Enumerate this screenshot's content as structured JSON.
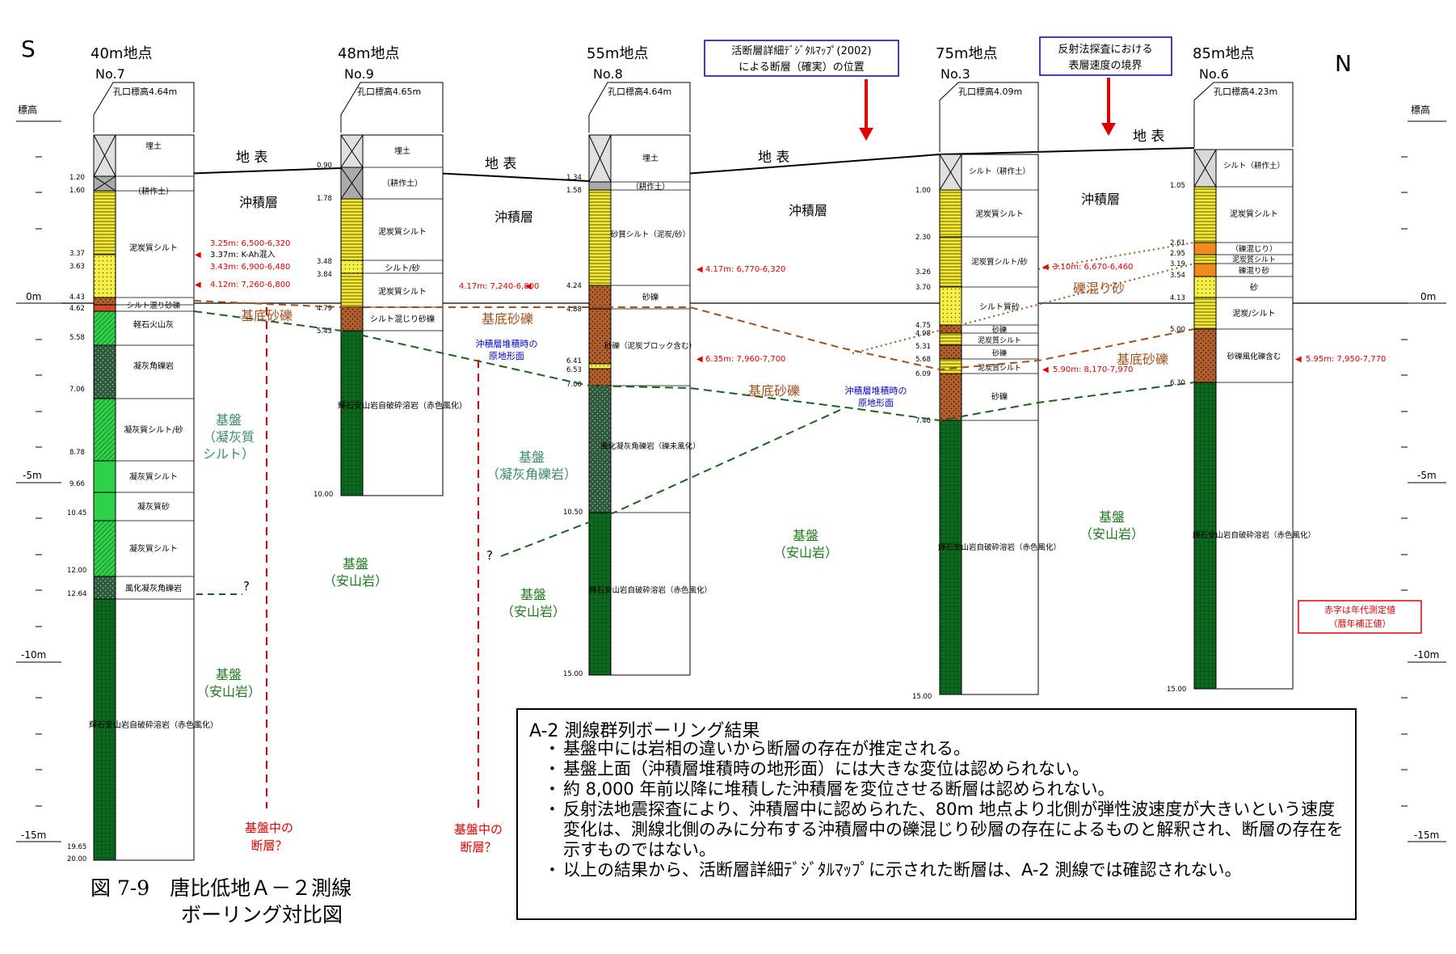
{
  "directions": {
    "south": "S",
    "north": "N"
  },
  "elevation_axis": {
    "label": "標高",
    "ticks": [
      "0m",
      "-5m",
      "-10m",
      "-15m"
    ]
  },
  "boreholes": [
    {
      "id": "no7",
      "point": "40m地点",
      "number": "No.7",
      "collar": "孔口標高4.64m",
      "depths": [
        "1.20",
        "1.60",
        "3.37",
        "3.63",
        "4.43",
        "4.62",
        "5.58",
        "7.06",
        "8.78",
        "9.66",
        "10.45",
        "12.00",
        "12.64",
        "19.65",
        "20.00"
      ],
      "layers": [
        "埋土",
        "（耕作土）",
        "泥炭質シルト",
        "シルト混り砂礫",
        "軽石火山灰",
        "凝灰角礫岩",
        "凝灰質シルト/砂",
        "凝灰質シルト",
        "凝灰質砂",
        "凝灰質シルト",
        "風化凝灰角礫岩",
        "輝石安山岩自破砕溶岩（赤色風化）"
      ],
      "dates": [
        "3.25m: 6,500-6,320",
        "3.37m: K-Ah混入",
        "3.43m: 6,900-6,480",
        "4.12m: 7,260-6,800"
      ]
    },
    {
      "id": "no9",
      "point": "48m地点",
      "number": "No.9",
      "collar": "孔口標高4.65m",
      "depths": [
        "0.90",
        "1.78",
        "3.48",
        "3.84",
        "4.79",
        "5.43",
        "10.00"
      ],
      "layers": [
        "埋土",
        "（耕作土）",
        "泥炭質シルト",
        "シルト/砂",
        "泥炭質シルト",
        "シルト混じり砂礫",
        "輝石安山岩自破砕溶岩（赤色風化）"
      ],
      "dates": [
        "4.17m: 7,240-6,800"
      ]
    },
    {
      "id": "no8",
      "point": "55m地点",
      "number": "No.8",
      "collar": "孔口標高4.64m",
      "depths": [
        "1.34",
        "1.58",
        "4.24",
        "4.88",
        "6.41",
        "6.53",
        "7.00",
        "10.50",
        "15.00"
      ],
      "layers": [
        "埋土",
        "（耕作土）",
        "砂質シルト（泥炭/砂）",
        "砂礫",
        "砂礫（泥炭ブロック含む）",
        "風化凝灰角礫岩（礫未風化）",
        "輝石安山岩自破砕溶岩（赤色風化）"
      ],
      "dates": [
        "4.17m: 6,770-6,320",
        "6.35m: 7,960-7,700"
      ]
    },
    {
      "id": "no3",
      "point": "75m地点",
      "number": "No.3",
      "collar": "孔口標高4.09m",
      "depths": [
        "1.00",
        "2.30",
        "3.26",
        "3.70",
        "4.75",
        "4.98",
        "5.31",
        "5.68",
        "6.09",
        "7.40",
        "15.00"
      ],
      "layers": [
        "シルト（耕作土）",
        "泥炭質シルト",
        "泥炭質シルト/砂",
        "シルト質砂",
        "砂礫",
        "泥炭質シルト",
        "砂礫",
        "泥炭質シルト",
        "砂礫",
        "輝石安山岩自破砕溶岩（赤色風化）"
      ],
      "dates": [
        "3.10m: 6,670-6,460",
        "5.90m: 8,170-7,970"
      ]
    },
    {
      "id": "no6",
      "point": "85m地点",
      "number": "No.6",
      "collar": "孔口標高4.23m",
      "depths": [
        "1.05",
        "2.61",
        "2.95",
        "3.19",
        "3.54",
        "4.13",
        "5.00",
        "6.30",
        "15.00"
      ],
      "layers": [
        "シルト（耕作土）",
        "泥炭質シルト",
        "（礫混じり）",
        "泥炭質シルト",
        "礫混り砂",
        "砂",
        "泥炭/シルト",
        "砂礫風化礫含む",
        "輝石安山岩自破砕溶岩（赤色風化）"
      ],
      "dates": [
        "5.95m: 7,950-7,770"
      ]
    }
  ],
  "annotations": {
    "surface": "地 表",
    "alluvium": "沖積層",
    "basal_gravel": "基底砂礫",
    "gravelly_sand": "礫混り砂",
    "paleo_surface": [
      "沖積層堆積時の",
      "原地形面"
    ],
    "bedrock_tuff_silt": [
      "基盤",
      "（凝灰質",
      "シルト）"
    ],
    "bedrock_tuff_breccia": [
      "基盤",
      "（凝灰角礫岩）"
    ],
    "bedrock_andesite": [
      "基盤",
      "（安山岩）"
    ],
    "fault_in_bedrock": [
      "基盤中の",
      "断層？"
    ],
    "question": "?",
    "callout_fault_map": [
      "活断層詳細ﾃﾞｼﾞﾀﾙﾏｯﾌﾟ(2002)",
      "による断層（確実）の位置"
    ],
    "callout_reflection": [
      "反射法探査における",
      "表層速度の境界"
    ],
    "legend_note": [
      "赤字は年代測定値",
      "（暦年補正値）"
    ]
  },
  "summary": {
    "title": "A-2 測線群列ボーリング結果",
    "items": [
      "基盤中には岩相の違いから断層の存在が推定される。",
      "基盤上面（沖積層堆積時の地形面）には大きな変位は認められない。",
      "約 8,000 年前以降に堆積した沖積層を変位させる断層は認められない。",
      "反射法地震探査により、沖積層中に認められた、80m 地点より北側が弾性波速度が大きいという速度変化は、測線北側のみに分布する沖積層中の礫混じり砂層の存在によるものと解釈され、断層の存在を示すものではない。",
      "以上の結果から、活断層詳細ﾃﾞｼﾞﾀﾙﾏｯﾌﾟに示された断層は、A-2 測線では確認されない。"
    ]
  },
  "caption": {
    "line1": "図 7-9　唐比低地Ａ－２測線",
    "line2": "ボーリング対比図"
  },
  "colors": {
    "peat_silt": "#f4ea2a",
    "gravel": "#b4602d",
    "sand": "#f8f040",
    "tuff": "#2fd04a",
    "andesite": "#0e6a1e",
    "breccia": "#2f5a3a",
    "fill": "#d8d8d8",
    "red_date": "#e00000"
  }
}
